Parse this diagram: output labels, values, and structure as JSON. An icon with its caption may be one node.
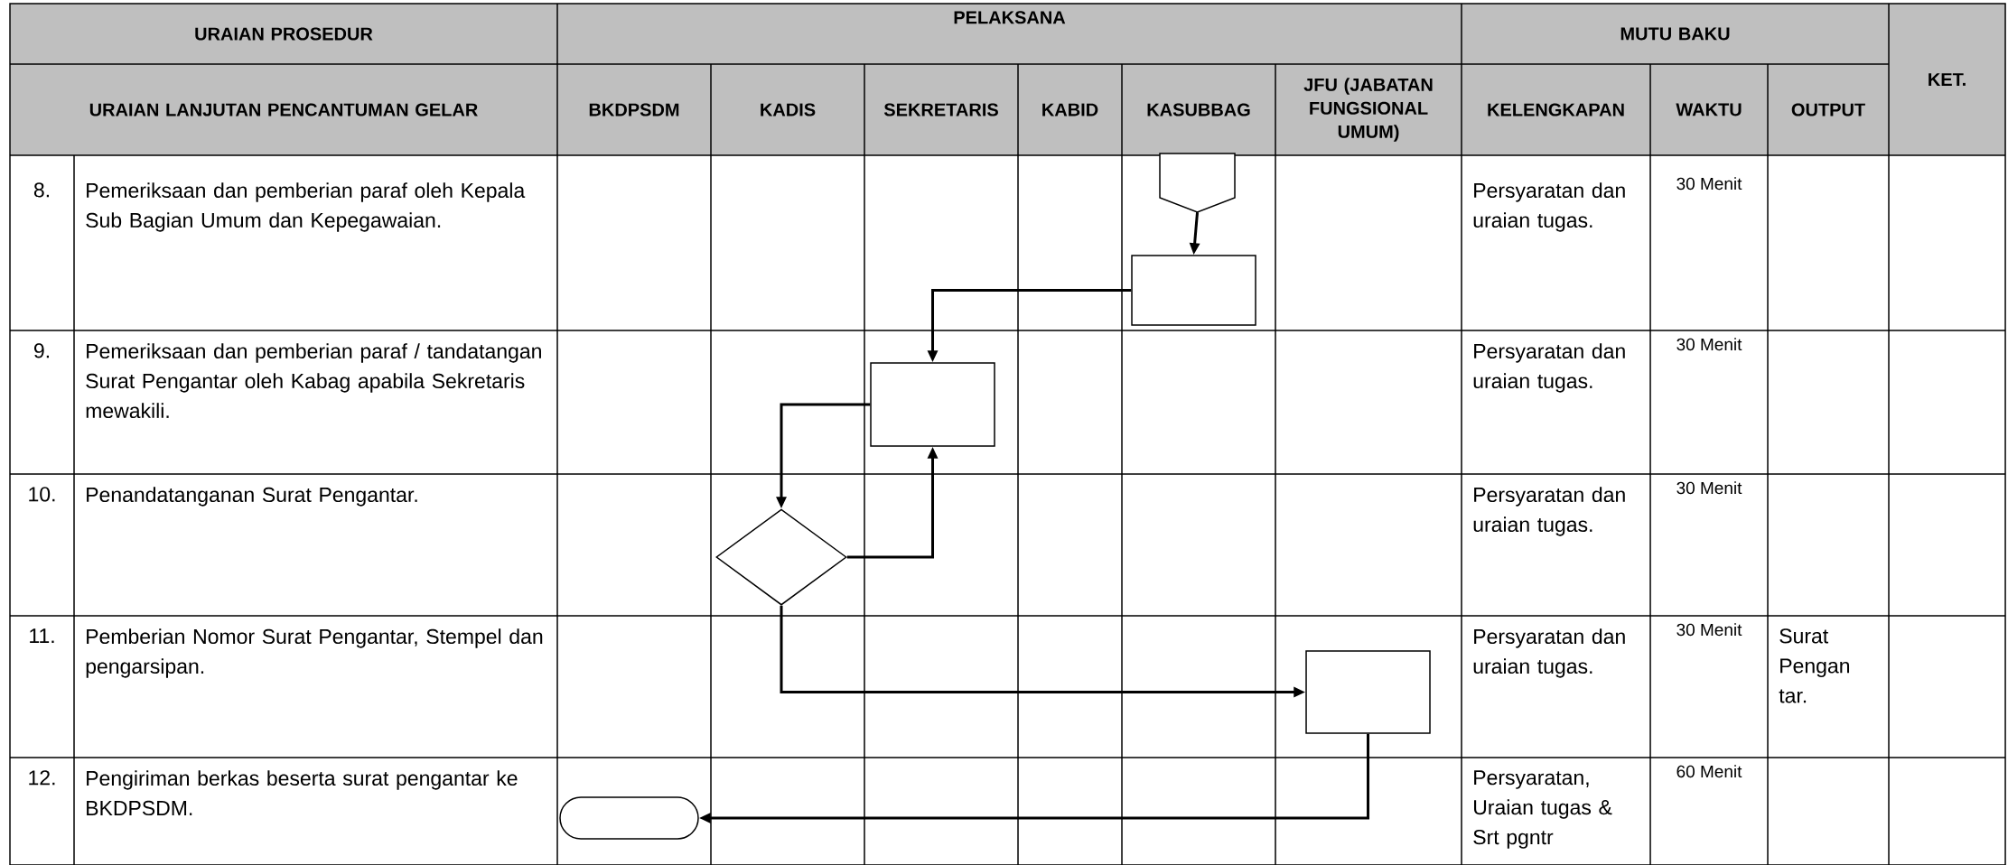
{
  "diagram": {
    "nodes": [
      {
        "text": [],
        "shape": "pentagon"
      },
      {
        "text": [],
        "shape": "box"
      },
      {
        "text": [],
        "shape": "box"
      },
      {
        "text": [],
        "shape": "diamond"
      },
      {
        "text": [],
        "shape": "box"
      },
      {
        "text": [],
        "shape": "terminal"
      }
    ],
    "edges": [
      {
        "from": 0,
        "to": 1,
        "arrow": "to"
      },
      {
        "from": 1,
        "to": 2,
        "arrow": "to"
      },
      {
        "from": 2,
        "to": 3,
        "arrow": "to"
      },
      {
        "from": 3,
        "to": 2,
        "arrow": "to"
      },
      {
        "from": 3,
        "to": 4,
        "arrow": "to"
      },
      {
        "from": 4,
        "to": 5,
        "arrow": "to"
      }
    ],
    "labels": [
      "URAIAN PROSEDUR",
      "PELAKSANA",
      "MUTU BAKU",
      "KET.",
      "URAIAN LANJUTAN PENCANTUMAN GELAR",
      "BKDPSDM",
      "KADIS",
      "SEKRETARIS",
      "KABID",
      "KASUBBAG",
      "JFU (JABATAN FUNGSIONAL UMUM)",
      "KELENGKAPAN",
      "WAKTU",
      "OUTPUT",
      "8.",
      "Pemeriksaan dan pemberian paraf oleh Kepala Sub Bagian Umum dan Kepegawaian.",
      "Persyaratan dan uraian tugas.",
      "30 Menit",
      "9.",
      "Pemeriksaan dan pemberian paraf / tandatangan Surat Pengantar oleh Kabag apabila Sekretaris mewakili.",
      "Persyaratan dan uraian tugas.",
      "30 Menit",
      "10.",
      "Penandatanganan Surat Pengantar.",
      "Persyaratan dan uraian tugas.",
      "30 Menit",
      "11.",
      "Pemberian Nomor Surat Pengantar, Stempel dan pengarsipan.",
      "Persyaratan dan uraian tugas.",
      "30 Menit",
      "Surat Pengan tar.",
      "12.",
      "Pengiriman berkas beserta surat pengantar ke BKDPSDM.",
      "Persyaratan, Uraian tugas & Srt pgntr",
      "60 Menit"
    ]
  }
}
